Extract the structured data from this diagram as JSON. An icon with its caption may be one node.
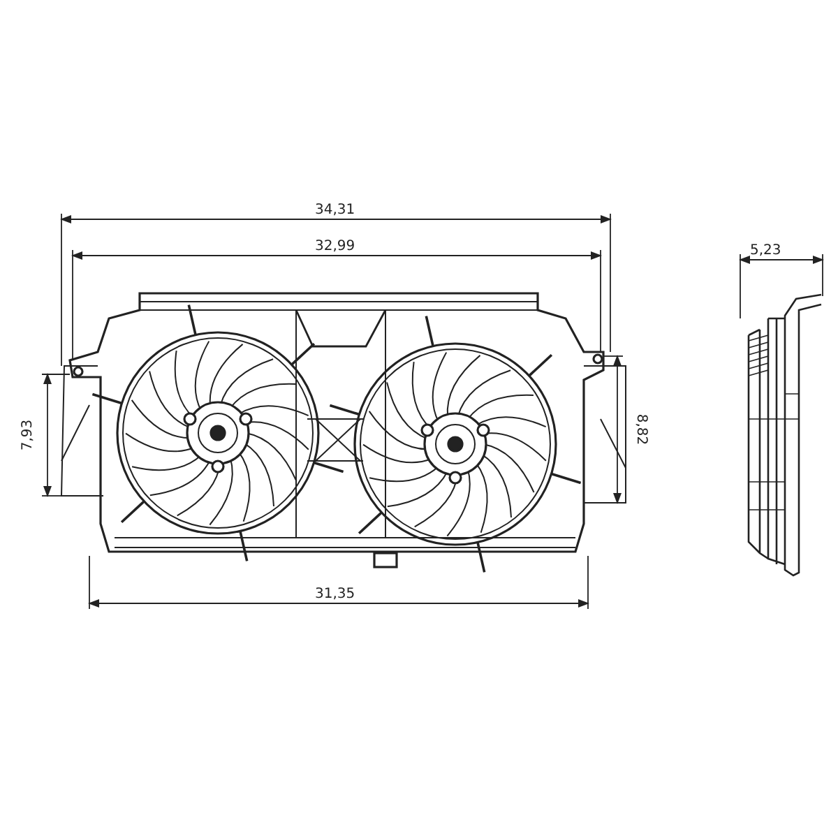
{
  "diagram": {
    "labels": [
      "34,31",
      "32,99",
      "7,93",
      "8,82",
      "31,35",
      "5,23"
    ]
  }
}
